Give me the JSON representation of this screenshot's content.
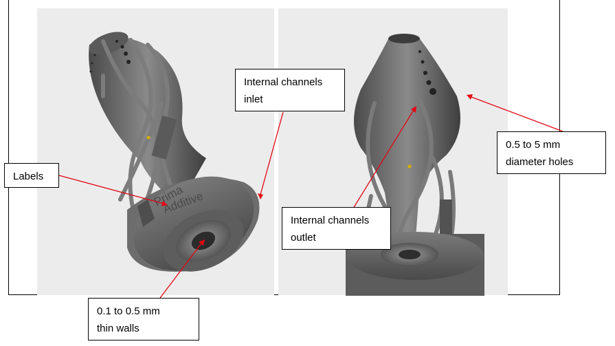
{
  "callouts": {
    "inlet": {
      "line1": "Internal channels",
      "line2": "inlet"
    },
    "labels": {
      "line1": "Labels"
    },
    "holes": {
      "line1": "0.5 to 5 mm",
      "line2": "diameter holes"
    },
    "outlet": {
      "line1": "Internal channels",
      "line2": "outlet"
    },
    "walls": {
      "line1": "0.1 to 0.5 mm",
      "line2": "thin walls"
    }
  },
  "part_engraving": {
    "line1": "Prima",
    "line2": "Additive"
  },
  "colors": {
    "arrow": "#e30613",
    "part": "#6b6b6b",
    "background": "#ececec"
  }
}
